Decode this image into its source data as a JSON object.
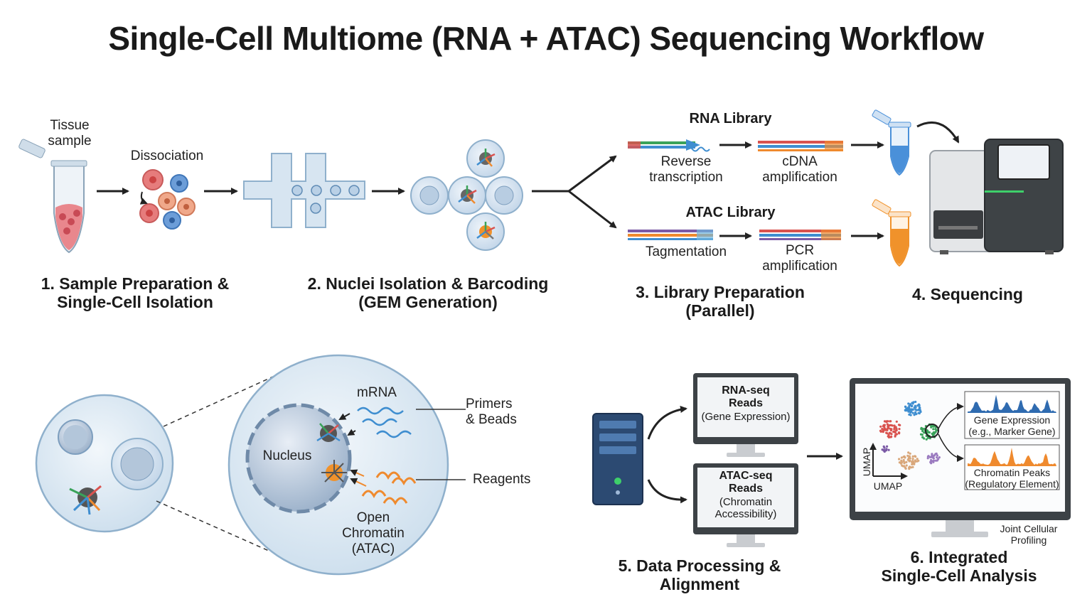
{
  "title": "Single-Cell Multiome (RNA + ATAC) Sequencing Workflow",
  "steps": {
    "s1": [
      "1. Sample Preparation &",
      "Single-Cell Isolation"
    ],
    "s2": [
      "2. Nuclei Isolation & Barcoding",
      "(GEM Generation)"
    ],
    "s3": [
      "3. Library Preparation",
      "(Parallel)"
    ],
    "s4": [
      "4. Sequencing"
    ],
    "s5": [
      "5. Data Processing &",
      "Alignment"
    ],
    "s6": [
      "6. Integrated",
      "Single-Cell Analysis"
    ]
  },
  "labels": {
    "tissue": [
      "Tissue",
      "sample"
    ],
    "dissociation": "Dissociation",
    "rna_library": "RNA Library",
    "atac_library": "ATAC Library",
    "reverse_transcription": [
      "Reverse",
      "transcription"
    ],
    "cdna_amplification": [
      "cDNA",
      "amplification"
    ],
    "tagmentation": "Tagmentation",
    "pcr_amplification": [
      "PCR",
      "amplification"
    ],
    "mrna": "mRNA",
    "nucleus": "Nucleus",
    "primers_beads": [
      "Primers",
      "& Beads"
    ],
    "reagents": "Reagents",
    "open_chromatin": [
      "Open",
      "Chromatin",
      "(ATAC)"
    ],
    "rna_reads": [
      "RNA-seq",
      "Reads",
      "(Gene Expression)"
    ],
    "atac_reads": [
      "ATAC-seq",
      "Reads",
      "(Chromatin",
      "Accessibility)"
    ],
    "gene_expression": [
      "Gene Expression",
      "(e.g., Marker Gene)"
    ],
    "chromatin_peaks": [
      "Chromatin Peaks",
      "(Regulatory Element)"
    ],
    "umap_x": "UMAP",
    "umap_y": "UMAP",
    "joint_profiling": [
      "Joint Cellular",
      "Profiling"
    ]
  },
  "colors": {
    "rna_tube": "#4a90d9",
    "atac_tube": "#f0922b",
    "strand_blue": "#3f8ed0",
    "strand_green": "#3aa35a",
    "strand_red": "#d9534f",
    "strand_orange": "#ef8a2e",
    "strand_purple": "#7b5aa6",
    "cell_fill": "#dbe7f2",
    "server": "#2c4a72"
  }
}
